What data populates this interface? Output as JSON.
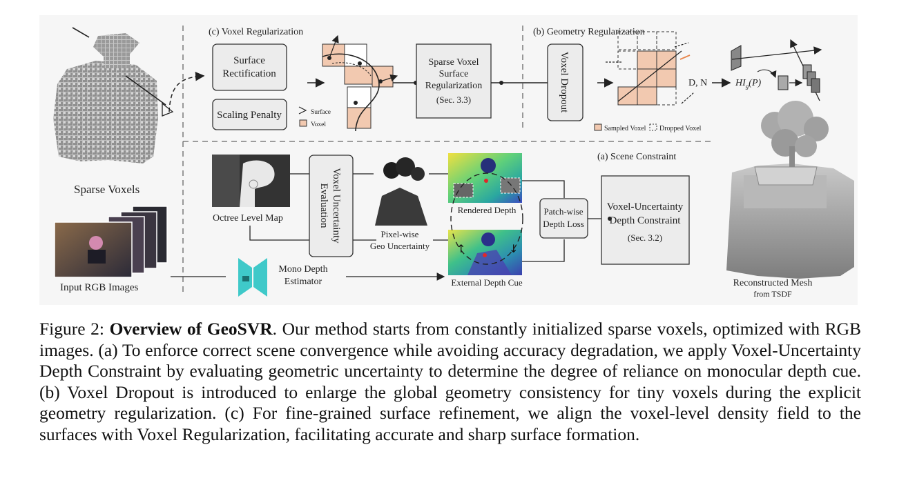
{
  "figure": {
    "labels": {
      "sparse_voxels": "Sparse Voxels",
      "input_rgb": "Input RGB Images",
      "voxel_regularization": "(c) Voxel Regularization",
      "surface_rectification_1": "Surface",
      "surface_rectification_2": "Rectification",
      "scaling_penalty": "Scaling Penalty",
      "legend_surface": "Surface",
      "legend_voxel": "Voxel",
      "svr_1": "Sparse Voxel",
      "svr_2": "Surface",
      "svr_3": "Regularization",
      "svr_4": "(Sec. 3.3)",
      "geometry_regularization": "(b) Geometry Regularization",
      "voxel_dropout": "Voxel Dropout",
      "dn": "D, N",
      "hi_formula": "HI",
      "hi_sub": "g",
      "hi_arg": "(P)",
      "sampled_voxel": "Sampled Voxel",
      "dropped_voxel": "Dropped Voxel",
      "scene_constraint": "(a) Scene Constraint",
      "octree_level_map": "Octree Level Map",
      "voxel_uncertainty_eval_1": "Voxel Uncertainty",
      "voxel_uncertainty_eval_2": "Evaluation",
      "pixel_wise_1": "Pixel-wise",
      "pixel_wise_2": "Geo Uncertainty",
      "rendered_depth": "Rendered Depth",
      "external_depth": "External Depth Cue",
      "patch_wise_1": "Patch-wise",
      "patch_wise_2": "Depth Loss",
      "vudc_1": "Voxel-Uncertainty",
      "vudc_2": "Depth Constraint",
      "vudc_3": "(Sec. 3.2)",
      "mono_depth_1": "Mono Depth",
      "mono_depth_2": "Estimator",
      "reconstructed_mesh": "Reconstructed Mesh",
      "from_tsdf": "from TSDF"
    }
  },
  "caption": {
    "figure_label": "Figure 2:",
    "title": "Overview of GeoSVR",
    "body": ". Our method starts from constantly initialized sparse voxels, optimized with RGB images. (a) To enforce correct scene convergence while avoiding accuracy degradation, we apply Voxel-Uncertainty Depth Constraint by evaluating geometric uncertainty to determine the degree of reliance on monocular depth cue. (b) Voxel Dropout is introduced to enlarge the global geometry consistency for tiny voxels during the explicit geometry regularization. (c) For fine-grained surface refinement, we align the voxel-level density field to the surfaces with Voxel Regularization, facilitating accurate and sharp surface formation."
  },
  "colors": {
    "voxel_fill": "#f2c9b0",
    "depth_blue": "#3b4bc0",
    "depth_yellow": "#f0e040",
    "mono_teal": "#3fc9c9"
  }
}
